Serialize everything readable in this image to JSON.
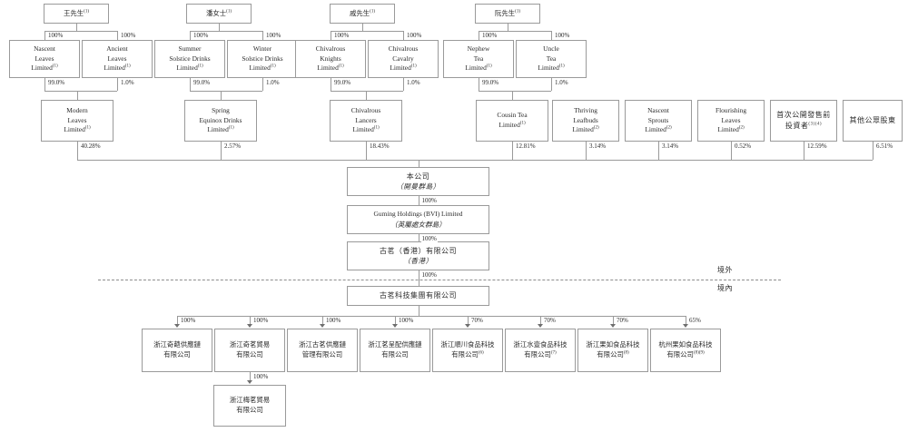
{
  "chart_data": {
    "type": "diagram",
    "title": "Shareholding / corporate structure chart",
    "jurisdiction_labels": {
      "offshore": "境外",
      "onshore": "境內"
    },
    "tiers": {
      "individuals": [
        {
          "id": "wang",
          "label": "王先生",
          "sup": "(1)"
        },
        {
          "id": "pan",
          "label": "潘女士",
          "sup": "(1)"
        },
        {
          "id": "qi",
          "label": "戚先生",
          "sup": "(1)"
        },
        {
          "id": "ruan",
          "label": "阮先生",
          "sup": "(1)"
        }
      ],
      "bvi_holdcos": [
        {
          "id": "nascent-leaves",
          "lines": [
            "Nascent",
            "Leaves",
            "Limited"
          ],
          "sup": "(1)",
          "parent": "wang",
          "pct": "100%"
        },
        {
          "id": "ancient-leaves",
          "lines": [
            "Ancient",
            "Leaves",
            "Limited"
          ],
          "sup": "(1)",
          "parent": "wang",
          "pct": "100%"
        },
        {
          "id": "summer-solstice",
          "lines": [
            "Summer",
            "Solstice Drinks",
            "Limited"
          ],
          "sup": "(1)",
          "parent": "pan",
          "pct": "100%"
        },
        {
          "id": "winter-solstice",
          "lines": [
            "Winter",
            "Solstice Drinks",
            "Limited"
          ],
          "sup": "(1)",
          "parent": "pan",
          "pct": "100%"
        },
        {
          "id": "chivalrous-knights",
          "lines": [
            "Chivalrous",
            "Knights",
            "Limited"
          ],
          "sup": "(1)",
          "parent": "qi",
          "pct": "100%"
        },
        {
          "id": "chivalrous-cavalry",
          "lines": [
            "Chivalrous",
            "Cavalry",
            "Limited"
          ],
          "sup": "(1)",
          "parent": "qi",
          "pct": "100%"
        },
        {
          "id": "nephew-tea",
          "lines": [
            "Nephew",
            "Tea",
            "Limited"
          ],
          "sup": "(1)",
          "parent": "ruan",
          "pct": "100%"
        },
        {
          "id": "uncle-tea",
          "lines": [
            "Uncle",
            "Tea",
            "Limited"
          ],
          "sup": "(1)",
          "parent": "ruan",
          "pct": "100%"
        }
      ],
      "shareholders": [
        {
          "id": "modern-leaves",
          "lines": [
            "Modern",
            "Leaves",
            "Limited"
          ],
          "sup": "(1)",
          "pct_to_company": "40.28%",
          "in_pct_left": "99.0%",
          "in_pct_right": "1.0%"
        },
        {
          "id": "spring-equinox",
          "lines": [
            "Spring",
            "Equinox Drinks",
            "Limited"
          ],
          "sup": "(1)",
          "pct_to_company": "2.57%",
          "in_pct_left": "99.0%",
          "in_pct_right": "1.0%"
        },
        {
          "id": "chivalrous-lancers",
          "lines": [
            "Chivalrous",
            "Lancers",
            "Limited"
          ],
          "sup": "(1)",
          "pct_to_company": "18.43%",
          "in_pct_left": "99.0%",
          "in_pct_right": "1.0%"
        },
        {
          "id": "cousin-tea",
          "lines": [
            "Cousin Tea",
            "Limited"
          ],
          "sup": "(1)",
          "pct_to_company": "12.81%",
          "in_pct_left": "99.0%",
          "in_pct_right": "1.0%"
        },
        {
          "id": "thriving-leafbuds",
          "lines": [
            "Thriving",
            "Leafbuds",
            "Limited"
          ],
          "sup": "(2)",
          "pct_to_company": "3.14%"
        },
        {
          "id": "nascent-sprouts",
          "lines": [
            "Nascent",
            "Sprouts",
            "Limited"
          ],
          "sup": "(2)",
          "pct_to_company": "3.14%"
        },
        {
          "id": "flourishing-leaves",
          "lines": [
            "Flourishing",
            "Leaves",
            "Limited"
          ],
          "sup": "(2)",
          "pct_to_company": "0.52%"
        },
        {
          "id": "pre-ipo-investors",
          "lines": [
            "首次公開發售前",
            "投資者"
          ],
          "sup": "(3)(4)",
          "cn": true,
          "pct_to_company": "12.59%"
        },
        {
          "id": "other-public",
          "lines": [
            "其他公眾股東"
          ],
          "cn": true,
          "pct_to_company": "6.51%"
        }
      ],
      "spine": [
        {
          "id": "the-company",
          "lines": [
            "本公司"
          ],
          "italic": "（開曼群島）",
          "cn": true,
          "pct_below": "100%"
        },
        {
          "id": "guming-bvi",
          "lines": [
            "Guming Holdings (BVI) Limited"
          ],
          "italic": "（英屬處女群島）",
          "pct_below": "100%"
        },
        {
          "id": "guming-hk",
          "lines": [
            "古茗（香港）有限公司"
          ],
          "italic": "（香港）",
          "cn": true,
          "pct_below": "100%"
        },
        {
          "id": "guming-tech",
          "lines": [
            "古茗科技集團有限公司"
          ],
          "cn": true
        }
      ],
      "subsidiaries": [
        {
          "id": "zj-qifan-supply",
          "lines": [
            "浙江奇葩供應鏈",
            "有限公司"
          ],
          "pct": "100%"
        },
        {
          "id": "zj-qiming-trading",
          "lines": [
            "浙江奇茗貿易",
            "有限公司"
          ],
          "pct": "100%"
        },
        {
          "id": "zj-guming-supply",
          "lines": [
            "浙江古茗供應鏈",
            "管理有限公司"
          ],
          "pct": "100%"
        },
        {
          "id": "zj-mingcheng-supply",
          "lines": [
            "浙江茗呈配供應鏈",
            "有限公司"
          ],
          "pct": "100%"
        },
        {
          "id": "zj-shunchuan-food",
          "lines": [
            "浙江順川食品科技",
            "有限公司"
          ],
          "sup": "(6)",
          "pct": "70%"
        },
        {
          "id": "zj-shuishe-food",
          "lines": [
            "浙江水壹食品科技",
            "有限公司"
          ],
          "sup": "(7)",
          "pct": "70%"
        },
        {
          "id": "zj-guoru-food",
          "lines": [
            "浙江果如食品科技",
            "有限公司"
          ],
          "sup": "(8)",
          "pct": "70%"
        },
        {
          "id": "hz-guoru-food",
          "lines": [
            "杭州果如食品科技",
            "有限公司"
          ],
          "sup": "(8)(9)",
          "pct": "65%"
        }
      ],
      "leaf": {
        "id": "zj-meiming-trading",
        "lines": [
          "浙江梅茗貿易",
          "有限公司"
        ],
        "pct": "100%",
        "parent": "zj-qiming-trading"
      }
    }
  },
  "colors": {
    "line": "#9a9a9a",
    "text": "#2b2b2b",
    "background": "#ffffff"
  }
}
